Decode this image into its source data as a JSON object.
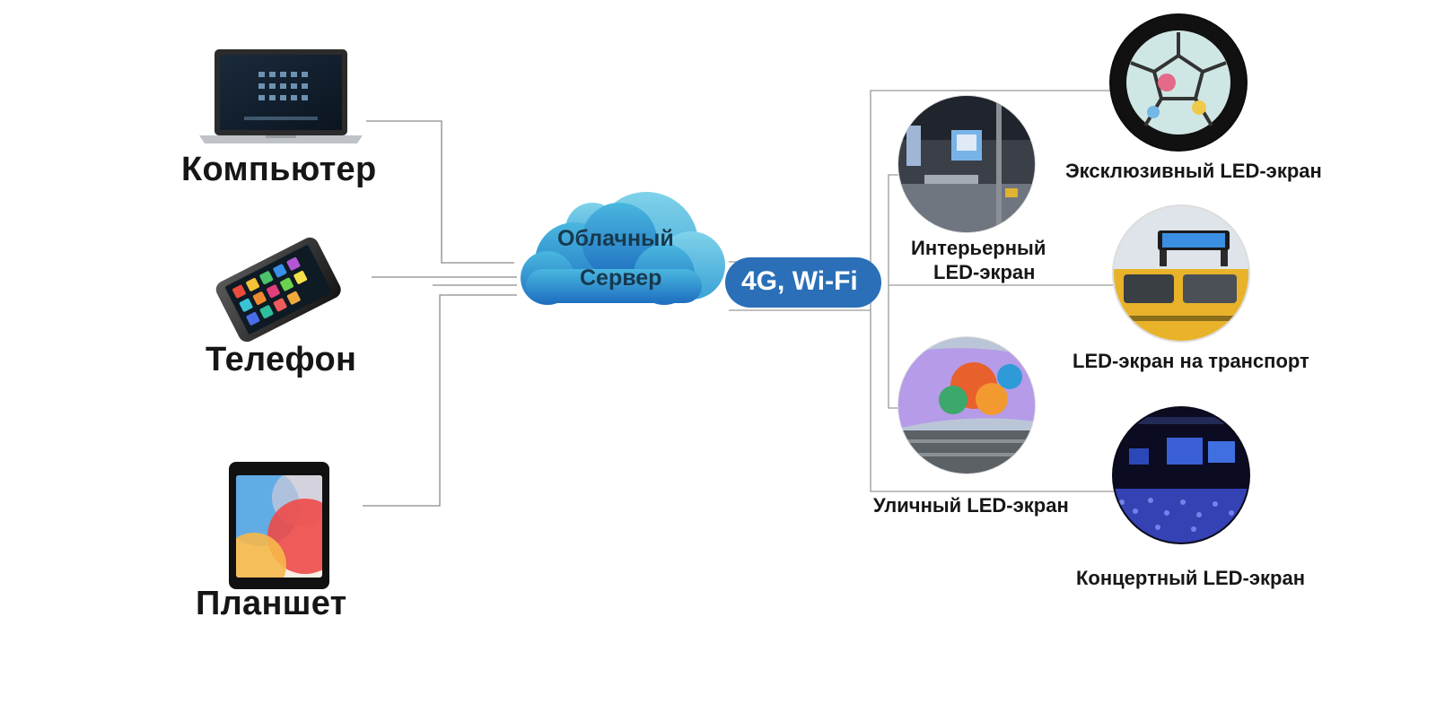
{
  "devices": [
    {
      "id": "computer",
      "label": "Компьютер",
      "icon": "laptop-icon"
    },
    {
      "id": "phone",
      "label": "Телефон",
      "icon": "smartphone-icon"
    },
    {
      "id": "tablet",
      "label": "Планшет",
      "icon": "tablet-icon"
    }
  ],
  "cloud": {
    "line1": "Облачный",
    "line2": "Сервер",
    "color": "#2f86cc",
    "icon": "cloud-icon"
  },
  "network": {
    "label": "4G, Wi-Fi",
    "color": "#2a6fb8"
  },
  "screens": [
    {
      "id": "exclusive",
      "label": "Эксклюзивный LED-экран",
      "icon": "sphere-led-photo"
    },
    {
      "id": "interior",
      "label_line1": "Интерьерный",
      "label_line2": "LED-экран",
      "icon": "interior-led-photo"
    },
    {
      "id": "transport",
      "label": "LED-экран на транспорт",
      "icon": "taxi-led-photo"
    },
    {
      "id": "street",
      "label": "Уличный LED-экран",
      "icon": "street-led-photo"
    },
    {
      "id": "concert",
      "label": "Концертный LED-экран",
      "icon": "concert-led-photo"
    }
  ]
}
